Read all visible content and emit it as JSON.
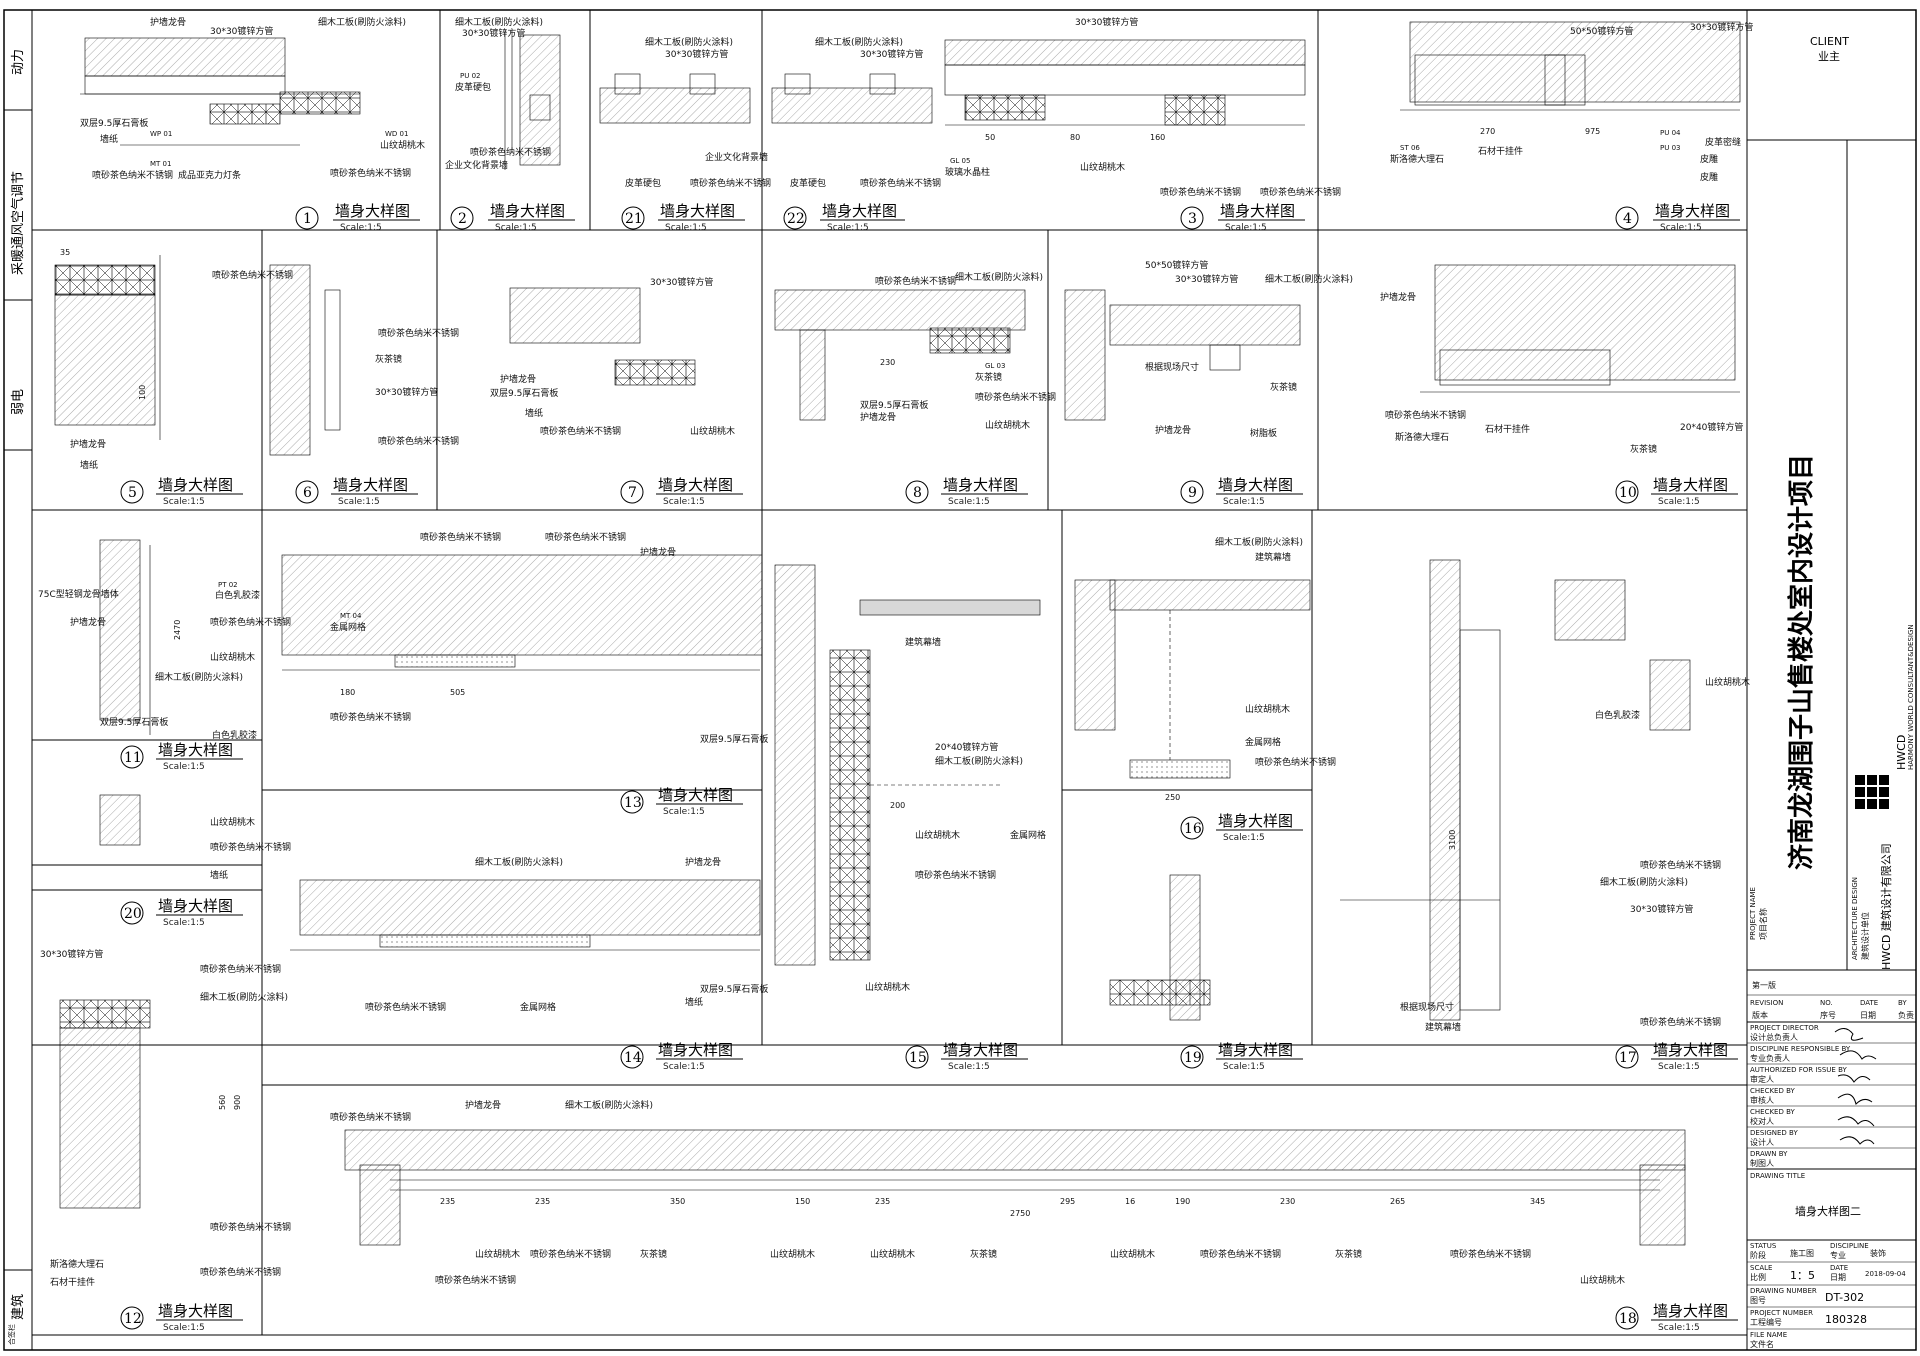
{
  "client": {
    "en": "CLIENT",
    "zh": "业主"
  },
  "project_name": "济南龙湖围子山售楼处室内设计项目",
  "project_label_en": "PROJECT NAME",
  "project_label_zh": "项目名称",
  "designer_label_en": "ARCHITECTURE DESIGN",
  "designer_label_zh": "建筑设计单位",
  "company_en": "HWCD",
  "company_en_sub": "HARMONY WORLD CONSULTANT&DESIGN",
  "company_zh": "HWCD 建筑设计有限公司",
  "left_strip": [
    "动力",
    "采暖通风空气调节",
    "弱电",
    "建筑"
  ],
  "left_strip_bottom": "合签栏",
  "revision": {
    "first": "第一版",
    "cols_en": [
      "REVISION",
      "NO.",
      "DATE",
      "BY"
    ],
    "cols_zh": [
      "版本",
      "序号",
      "日期",
      "负责"
    ]
  },
  "signoff_rows": [
    {
      "en": "PROJECT DIRECTOR",
      "zh": "设计总负责人"
    },
    {
      "en": "DISCIPLINE RESPONSIBLE BY",
      "zh": "专业负责人"
    },
    {
      "en": "AUTHORIZED FOR ISSUE BY",
      "zh": "审定人"
    },
    {
      "en": "CHECKED BY",
      "zh": "审核人"
    },
    {
      "en": "CHECKED BY",
      "zh": "校对人"
    },
    {
      "en": "DESIGNED BY",
      "zh": "设计人"
    },
    {
      "en": "DRAWN BY",
      "zh": "制图人"
    }
  ],
  "drawing_title_label": "DRAWING TITLE",
  "drawing_title": "墙身大样图二",
  "status": {
    "label_en": "STATUS",
    "label_zh": "阶段",
    "value": "施工图",
    "discipline_en": "DISCIPLINE",
    "discipline_zh": "专业",
    "discipline_value": "装饰"
  },
  "scale": {
    "label_en": "SCALE",
    "label_zh": "比例",
    "value": "1：5",
    "date_en": "DATE",
    "date_zh": "日期",
    "date_value": "2018-09-04"
  },
  "drawing_number": {
    "label_en": "DRAWING NUMBER",
    "label_zh": "图号",
    "value": "DT-302"
  },
  "project_number": {
    "label_en": "PROJECT NUMBER",
    "label_zh": "工程编号",
    "value": "180328"
  },
  "file_name": {
    "label_en": "FILE NAME",
    "label_zh": "文件名"
  },
  "details": [
    {
      "num": "1",
      "title": "墙身大样图",
      "scale": "Scale:1:5"
    },
    {
      "num": "2",
      "title": "墙身大样图",
      "scale": "Scale:1:5"
    },
    {
      "num": "21",
      "title": "墙身大样图",
      "scale": "Scale:1:5"
    },
    {
      "num": "22",
      "title": "墙身大样图",
      "scale": "Scale:1:5"
    },
    {
      "num": "3",
      "title": "墙身大样图",
      "scale": "Scale:1:5"
    },
    {
      "num": "4",
      "title": "墙身大样图",
      "scale": "Scale:1:5"
    },
    {
      "num": "5",
      "title": "墙身大样图",
      "scale": "Scale:1:5"
    },
    {
      "num": "6",
      "title": "墙身大样图",
      "scale": "Scale:1:5"
    },
    {
      "num": "7",
      "title": "墙身大样图",
      "scale": "Scale:1:5"
    },
    {
      "num": "8",
      "title": "墙身大样图",
      "scale": "Scale:1:5"
    },
    {
      "num": "9",
      "title": "墙身大样图",
      "scale": "Scale:1:5"
    },
    {
      "num": "10",
      "title": "墙身大样图",
      "scale": "Scale:1:5"
    },
    {
      "num": "11",
      "title": "墙身大样图",
      "scale": "Scale:1:5"
    },
    {
      "num": "13",
      "title": "墙身大样图",
      "scale": "Scale:1:5"
    },
    {
      "num": "15",
      "title": "墙身大样图",
      "scale": "Scale:1:5"
    },
    {
      "num": "16",
      "title": "墙身大样图",
      "scale": "Scale:1:5"
    },
    {
      "num": "17",
      "title": "墙身大样图",
      "scale": "Scale:1:5"
    },
    {
      "num": "20",
      "title": "墙身大样图",
      "scale": "Scale:1:5"
    },
    {
      "num": "14",
      "title": "墙身大样图",
      "scale": "Scale:1:5"
    },
    {
      "num": "19",
      "title": "墙身大样图",
      "scale": "Scale:1:5"
    },
    {
      "num": "12",
      "title": "墙身大样图",
      "scale": "Scale:1:5"
    },
    {
      "num": "18",
      "title": "墙身大样图",
      "scale": "Scale:1:5"
    }
  ],
  "materials": {
    "mt01": "喷砂茶色纳米不锈钢",
    "wd01": "山纹胡桃木",
    "wp01": "墙纸",
    "gl03": "灰茶镜",
    "gl05": "玻璃水晶柱",
    "pt02": "白色乳胶漆",
    "st06": "斯洛德大理石",
    "pu02": "皮革硬包",
    "mt04": "金属网格",
    "pu03": "皮雕",
    "pu04": "皮革密缝",
    "gypsum": "双层9.5厚石膏板",
    "tube30": "30*30镀锌方管",
    "tube50": "50*50镀锌方管",
    "tube2040": "20*40镀锌方管",
    "board": "细木工板(刷防火涂料)",
    "keel": "护墙龙骨",
    "glasscurtain": "建筑幕墙",
    "stonehanger": "石材干挂件",
    "ledstrip": "成品亚克力灯条",
    "culture": "企业文化背景墙",
    "resin": "树脂板",
    "site": "根据现场尺寸",
    "keel75": "75C型轻钢龙骨墙体"
  },
  "codes": [
    "MT 01",
    "WD 01",
    "WP 01",
    "GL 03",
    "GL 05",
    "PT 02",
    "ST 06",
    "PU 02",
    "MT 04",
    "PU 03",
    "PU 04"
  ],
  "dims18": [
    "235",
    "235",
    "350",
    "150",
    "235",
    "295",
    "16",
    "190",
    "230",
    "265",
    "345",
    "2750"
  ],
  "dims_misc": [
    "35",
    "50",
    "80",
    "160",
    "270",
    "975",
    "230",
    "505",
    "200",
    "250",
    "3100",
    "180",
    "100",
    "560",
    "900",
    "2470"
  ]
}
